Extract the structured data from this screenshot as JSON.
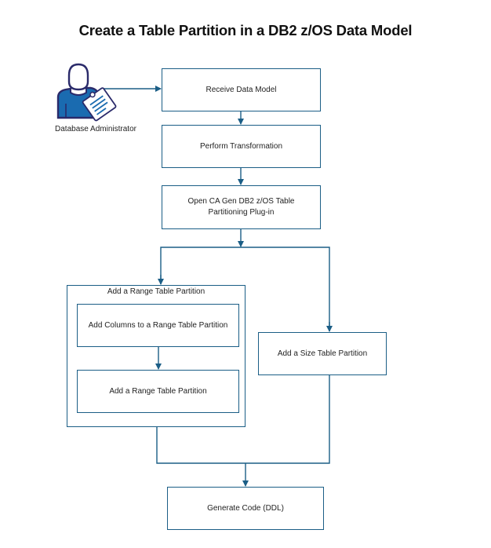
{
  "diagram": {
    "title": "Create a Table Partition in a DB2 z/OS Data Model",
    "actor": {
      "label": "Database Administrator",
      "icon": "user-with-clipboard-icon"
    },
    "steps": {
      "receive": "Receive Data Model",
      "transform": "Perform Transformation",
      "open_plugin": "Open CA Gen DB2 z/OS Table Partitioning Plug-in",
      "range_group": "Add a Range Table Partition",
      "add_columns": "Add Columns to a Range Table Partition",
      "add_range": "Add a Range Table Partition",
      "add_size": "Add a Size Table Partition",
      "generate": "Generate Code (DDL)"
    },
    "colors": {
      "line": "#1b5e86",
      "actor_fill": "#1a6bb0",
      "actor_outline": "#2a2a6a"
    }
  }
}
